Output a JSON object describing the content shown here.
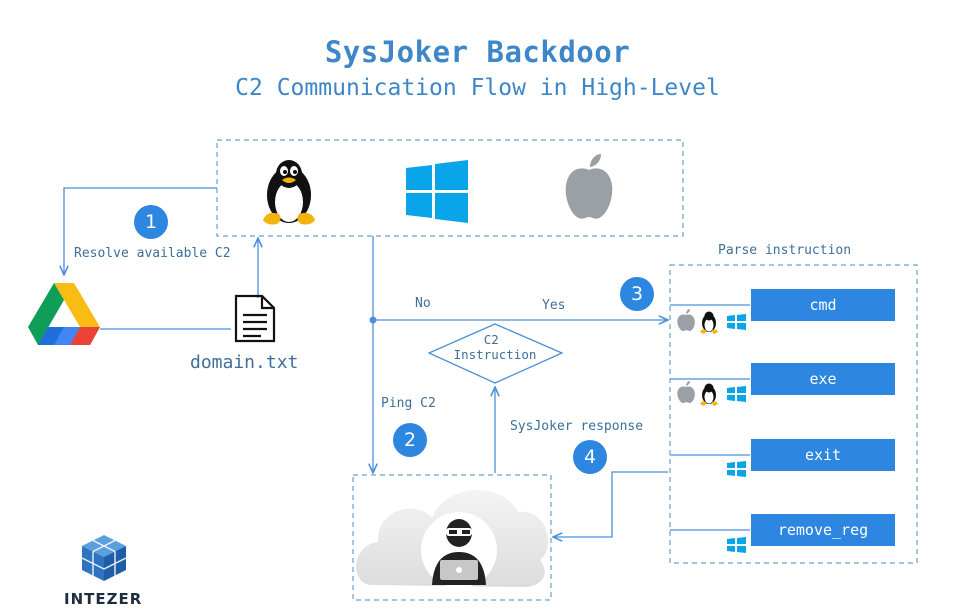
{
  "title": "SysJoker Backdoor",
  "subtitle": "C2 Communication Flow in High-Level",
  "steps": [
    "1",
    "2",
    "3",
    "4"
  ],
  "labels": {
    "resolve": "Resolve available C2",
    "domain_file": "domain.txt",
    "no": "No",
    "yes": "Yes",
    "decision": "C2\nInstruction",
    "ping": "Ping C2",
    "response": "SysJoker response",
    "parse": "Parse instruction"
  },
  "instructions": [
    {
      "label": "cmd",
      "platforms": [
        "apple",
        "linux",
        "windows"
      ]
    },
    {
      "label": "exe",
      "platforms": [
        "apple",
        "linux",
        "windows"
      ]
    },
    {
      "label": "exit",
      "platforms": [
        "windows"
      ]
    },
    {
      "label": "remove_reg",
      "platforms": [
        "windows"
      ]
    }
  ],
  "brand": "INTEZER",
  "colors": {
    "accent": "#2d86e0",
    "title": "#3d87c9",
    "line": "#4a90d9",
    "windows": "#0aa4e8",
    "apple": "#9aa0a6"
  },
  "icons": [
    "linux-icon",
    "windows-icon",
    "apple-icon",
    "google-drive-icon",
    "document-icon",
    "hacker-cloud-icon",
    "intezer-logo-icon"
  ]
}
